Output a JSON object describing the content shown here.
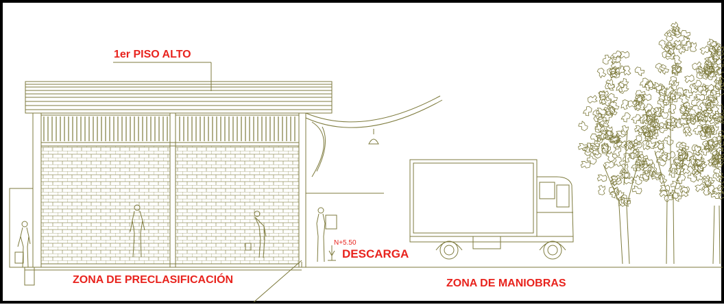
{
  "labels": {
    "floor_level": "1er PISO ALTO",
    "zone_preclassification": "ZONA DE PRECLASIFICACIÓN",
    "zone_maneuvers": "ZONA DE MANIOBRAS",
    "unloading": "DESCARGA",
    "elevation_mark": "N+5.50"
  },
  "colors": {
    "line": "#7d7a3c",
    "label": "#e8231d",
    "frame": "#000000"
  }
}
